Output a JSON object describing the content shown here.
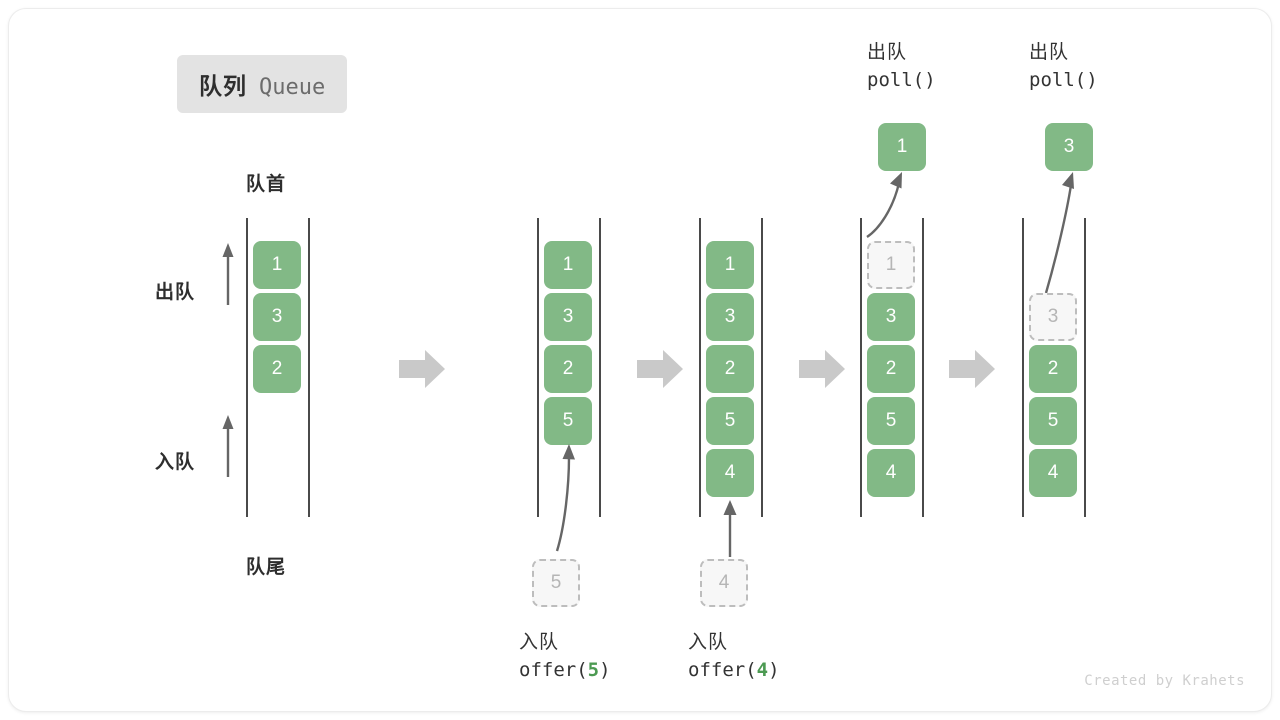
{
  "figure": {
    "title_zh": "队列",
    "title_en": "Queue",
    "credit": "Created by Krahets",
    "accent_green": "#82b986",
    "ghost_gray": "#bdbdbd",
    "rail_gray": "#4a4a4a",
    "step_arrow_gray": "#c9c9c9",
    "badge_bg": "#e3e3e3"
  },
  "labels": {
    "front": "队首",
    "rear": "队尾",
    "dequeue": "出队",
    "enqueue": "入队"
  },
  "steps": [
    {
      "id": "initial",
      "items": [
        "1",
        "3",
        "2"
      ],
      "ghost_index": -1,
      "header_zh": "",
      "header_code": "",
      "popped_value": "",
      "push_ghost_value": "",
      "push_label_zh": "",
      "push_label_code": ""
    },
    {
      "id": "offer-5",
      "items": [
        "1",
        "3",
        "2",
        "5"
      ],
      "ghost_index": -1,
      "header_zh": "",
      "header_code": "",
      "popped_value": "",
      "push_ghost_value": "5",
      "push_label_zh": "入队",
      "push_label_code": "offer(5)",
      "push_label_arg": "5"
    },
    {
      "id": "offer-4",
      "items": [
        "1",
        "3",
        "2",
        "5",
        "4"
      ],
      "ghost_index": -1,
      "header_zh": "",
      "header_code": "",
      "popped_value": "",
      "push_ghost_value": "4",
      "push_label_zh": "入队",
      "push_label_code": "offer(4)",
      "push_label_arg": "4"
    },
    {
      "id": "poll-1",
      "items": [
        "1",
        "3",
        "2",
        "5",
        "4"
      ],
      "ghost_index": 0,
      "header_zh": "出队",
      "header_code": "poll()",
      "popped_value": "1",
      "push_ghost_value": "",
      "push_label_zh": "",
      "push_label_code": ""
    },
    {
      "id": "poll-3",
      "items": [
        "3",
        "2",
        "5",
        "4"
      ],
      "ghost_index": 0,
      "header_zh": "出队",
      "header_code": "poll()",
      "popped_value": "3",
      "push_ghost_value": "",
      "push_label_zh": "",
      "push_label_code": ""
    }
  ]
}
